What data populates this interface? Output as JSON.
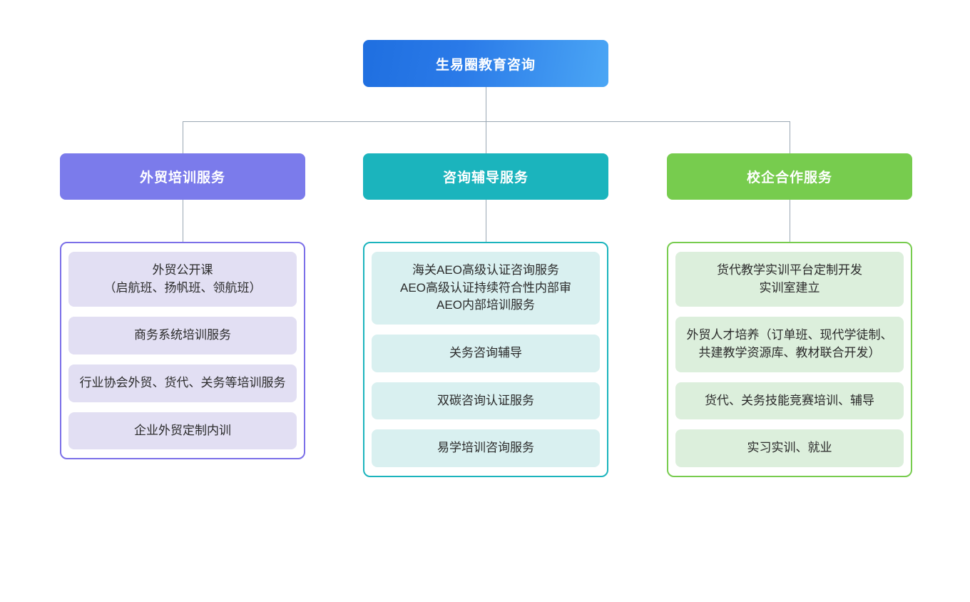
{
  "diagram": {
    "type": "organization-chart",
    "root": {
      "label": "生易圈教育咨询",
      "color": "#2a7ae8"
    },
    "branches": [
      {
        "id": "foreign-trade-training",
        "label": "外贸培训服务",
        "header_color": "#7b7beb",
        "border_color": "#7b6fe8",
        "leaf_color": "#e2dff3",
        "items": [
          "外贸公开课\n（启航班、扬帆班、领航班）",
          "商务系统培训服务",
          "行业协会外贸、货代、关务等培训服务",
          "企业外贸定制内训"
        ]
      },
      {
        "id": "consulting-guidance",
        "label": "咨询辅导服务",
        "header_color": "#1bb4bd",
        "border_color": "#1bb4bd",
        "leaf_color": "#d9f0f0",
        "items": [
          "海关AEO高级认证咨询服务\nAEO高级认证持续符合性内部审\nAEO内部培训服务",
          "关务咨询辅导",
          "双碳咨询认证服务",
          "易学培训咨询服务"
        ]
      },
      {
        "id": "school-enterprise-cooperation",
        "label": "校企合作服务",
        "header_color": "#77cc4e",
        "border_color": "#77cc4e",
        "leaf_color": "#dcefdc",
        "items": [
          "货代教学实训平台定制开发\n实训室建立",
          "外贸人才培养（订单班、现代学徒制、共建教学资源库、教材联合开发）",
          "货代、关务技能竞赛培训、辅导",
          "实习实训、就业"
        ]
      }
    ],
    "connector_color": "#9aa7b4"
  }
}
